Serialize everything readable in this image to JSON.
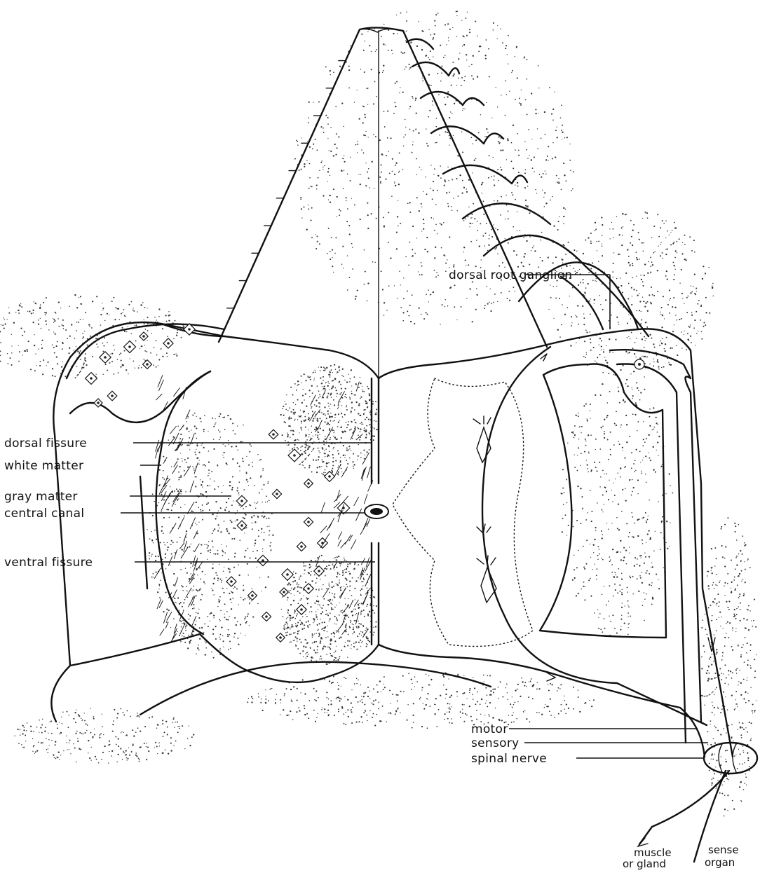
{
  "labels": {
    "dorsal_root_ganglion": "dorsal root ganglion",
    "dorsal_fissure": "dorsal fissure",
    "white_matter": "white matter",
    "gray_matter": "gray matter",
    "central_canal": "central canal",
    "ventral_fissure": "ventral fissure",
    "motor": "motor",
    "sensory": "sensory",
    "spinal_nerve": "spinal nerve",
    "muscle_or_gland_line1": "muscle",
    "muscle_or_gland_line2": "or gland",
    "sense_organ_line1": "sense",
    "sense_organ_line2": "organ"
  }
}
